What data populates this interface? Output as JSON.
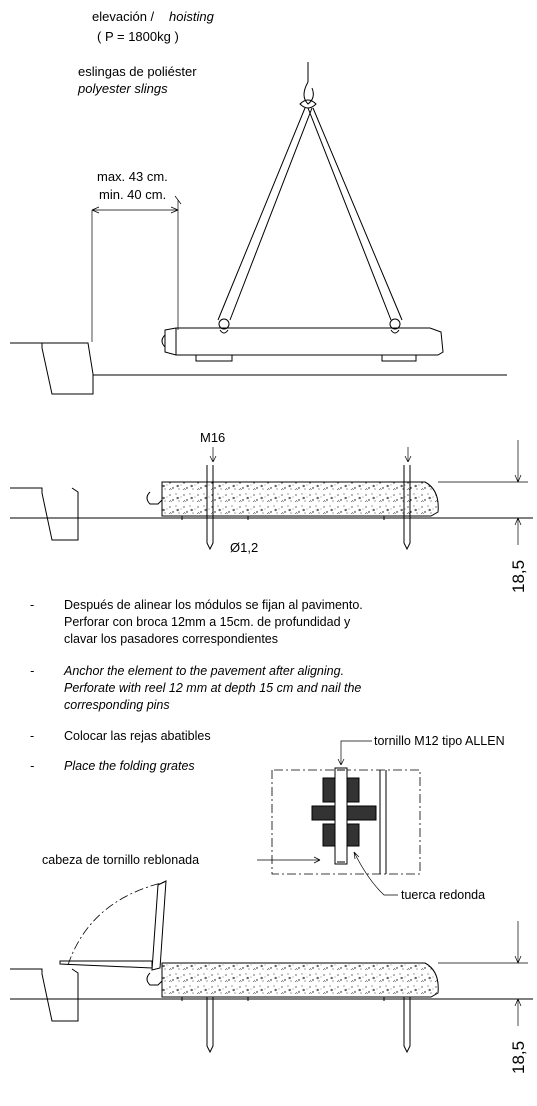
{
  "hoisting": {
    "title_es": "elevación /",
    "title_en": "hoisting",
    "weight": "( P = 1800kg )",
    "slings_es": "eslingas de poliéster",
    "slings_en": "polyester slings",
    "max": "max. 43 cm.",
    "min": "min. 40 cm."
  },
  "anchoring": {
    "bolt": "M16",
    "diameter": "Ø1,2",
    "height": "18,5"
  },
  "notes": [
    {
      "bullet": "-",
      "lines": [
        "Después de alinear los módulos se fijan al pavimento.",
        "Perforar con broca 12mm a 15cm. de profundidad y",
        "clavar los pasadores correspondientes"
      ],
      "italic": false
    },
    {
      "bullet": "-",
      "lines": [
        "Anchor the element to the pavement after aligning.",
        "Perforate with reel 12 mm at depth 15 cm and nail the",
        "corresponding pins"
      ],
      "italic": true
    },
    {
      "bullet": "-",
      "lines": [
        "Colocar las rejas abatibles"
      ],
      "italic": false
    },
    {
      "bullet": "-",
      "lines": [
        "Place the folding grates"
      ],
      "italic": true
    }
  ],
  "detail": {
    "screw": "tornillo M12 tipo ALLEN",
    "head": "cabeza de tornillo reblonada",
    "nut": "tuerca redonda"
  },
  "grate": {
    "height": "18,5"
  }
}
